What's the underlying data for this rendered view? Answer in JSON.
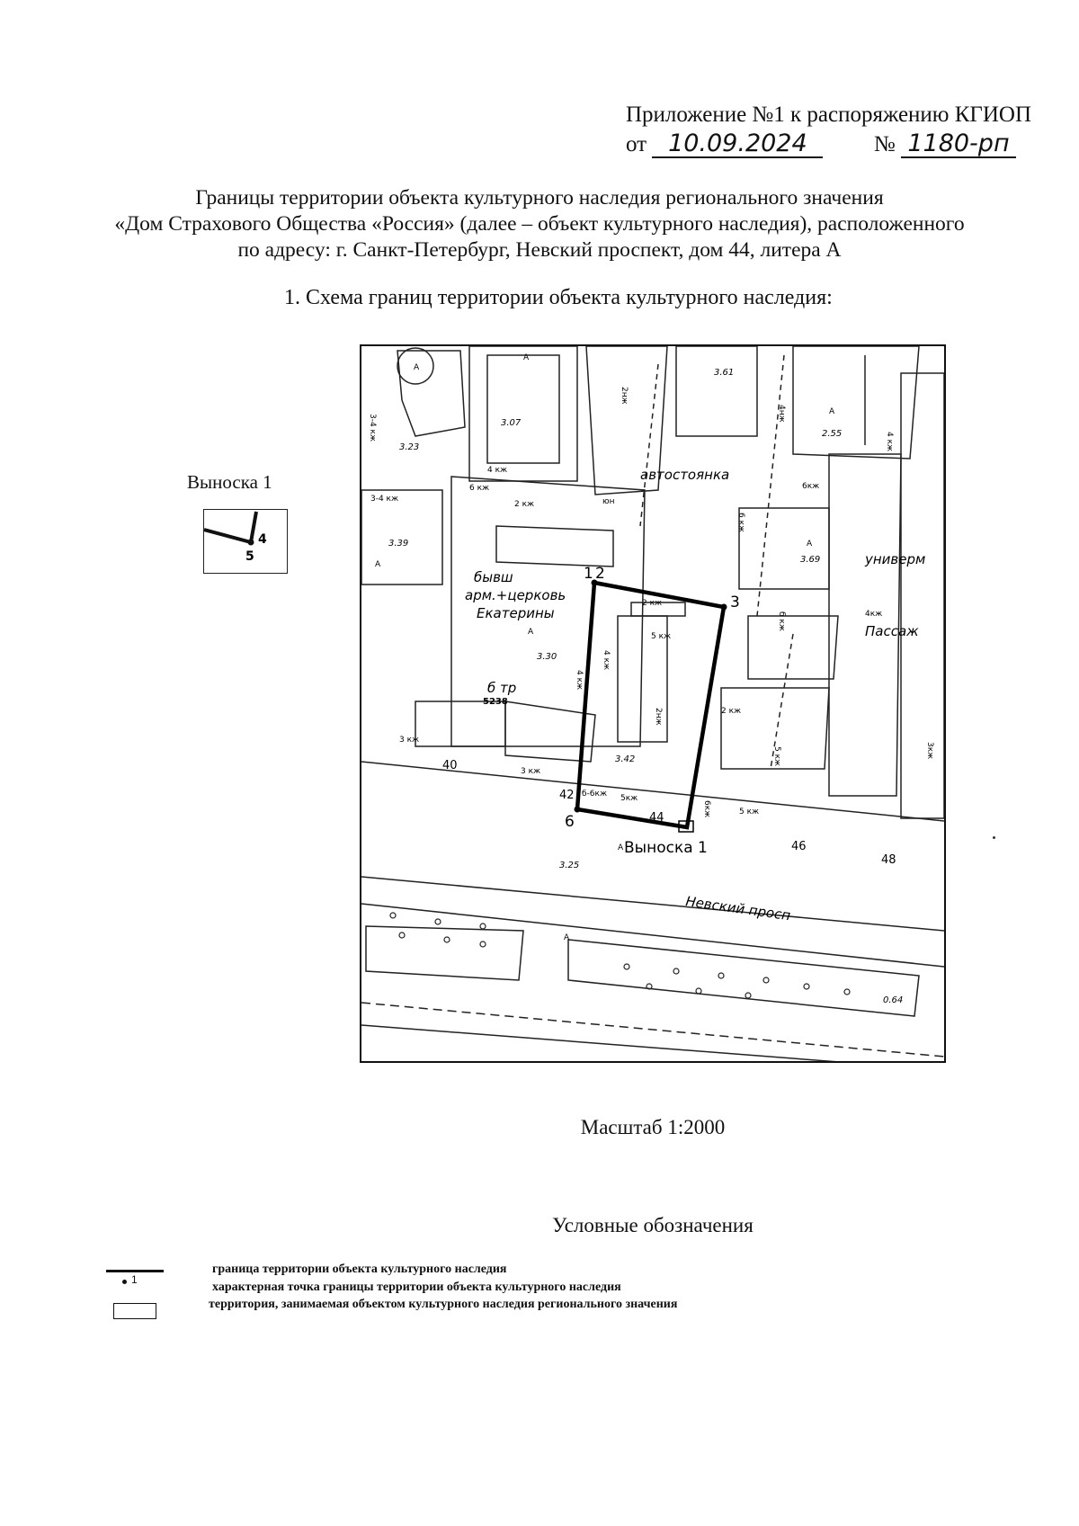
{
  "header": {
    "appendix_line": "Приложение №1 к распоряжению КГИОП",
    "from_prefix": "от",
    "date_handwritten": "10.09.2024",
    "number_prefix": "№",
    "number_handwritten": "1180-рп"
  },
  "title": {
    "line1": "Границы территории объекта культурного наследия регионального значения",
    "line2": "«Дом Страхового Общества «Россия» (далее – объект культурного наследия), расположенного",
    "line3": "по адресу: г. Санкт-Петербург, Невский проспект, дом 44, литера А"
  },
  "section": {
    "heading": "1.   Схема границ территории объекта культурного наследия:"
  },
  "callout": {
    "label": "Выноска 1",
    "point_a": "4",
    "point_b": "5"
  },
  "map": {
    "boundary_points": [
      "1",
      "2",
      "3",
      "6"
    ],
    "callout_ref": "Выноска 1",
    "house_numbers": [
      "40",
      "42",
      "44",
      "46",
      "48"
    ],
    "labels": {
      "parking": "автостоянка",
      "church_1": "бывш",
      "church_2": "арм.+церковь",
      "church_3": "Екатерины",
      "univermag": "универм",
      "passage": "Пассаж",
      "prospect": "Невский просп",
      "transformer": "б тр",
      "transformer_code": "5238"
    },
    "floors": {
      "f_2kzh_a": "2 кж",
      "f_5kzh_a": "5 кж",
      "f_2nzh": "2нж",
      "f_3kzh_a": "3 кж",
      "f_3kzh_b": "3 кж",
      "f_4kzh_a": "4 кж",
      "f_4kzh_b": "4 кж",
      "f_5kzh_b": "5кж",
      "f_5kzh_c": "5 кж",
      "f_6kzh_a": "6 кж",
      "f_6kzh_b": "6кж",
      "f_6kzh_c": "б-6кж",
      "f_6kzh_d": "6кж",
      "f_2kzh_b": "2 кж",
      "f_4kzh_c": "4кж",
      "f_34kzh_a": "3-4 кж",
      "f_34kzh_b": "3-4 кж",
      "f_2nzh_b": "2нж",
      "f_4nzh": "4нж",
      "f_4kzh_d": "4 кж",
      "f_yuzh": "юн",
      "f_2kzh_c": "2 кж",
      "f_4kzh_e": "4 кж",
      "f_3kzh_c": "3кж",
      "f_6kzh_e": "б кж",
      "f_5kzh_d": "5 кж",
      "f_6kzh_f": "6 кж"
    },
    "letter": "А",
    "elevations": [
      "3.61",
      "3.07",
      "3.23",
      "2.55",
      "3.39",
      "3.69",
      "3.30",
      "3.42",
      "3.25",
      "0.64"
    ]
  },
  "scale": "Масштаб 1:2000",
  "legend": {
    "title": "Условные обозначения",
    "point_sample": "1",
    "item1": "граница территории объекта культурного наследия",
    "item2": "характерная точка границы территории объекта культурного наследия",
    "item3": "территория, занимаемая объектом культурного наследия регионального значения"
  }
}
